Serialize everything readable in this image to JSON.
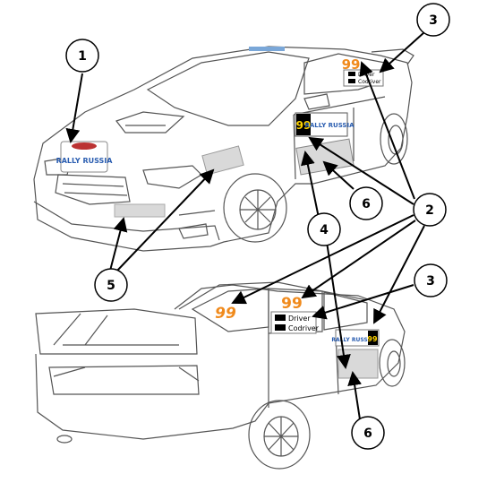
{
  "callouts": {
    "c1": "1",
    "c2": "2",
    "c3a": "3",
    "c3b": "3",
    "c4": "4",
    "c5": "5",
    "c6a": "6",
    "c6b": "6"
  },
  "car_number": "99",
  "plate_text_line1": "RALLY RUSSIA",
  "crew": {
    "driver": "Driver",
    "codriver": "Codriver"
  },
  "colors": {
    "number_orange": "#f08a1c",
    "plate_blue": "#2a5db0",
    "sticker_gray": "#d9d9d9",
    "line": "#555555",
    "arrow": "#000000"
  }
}
